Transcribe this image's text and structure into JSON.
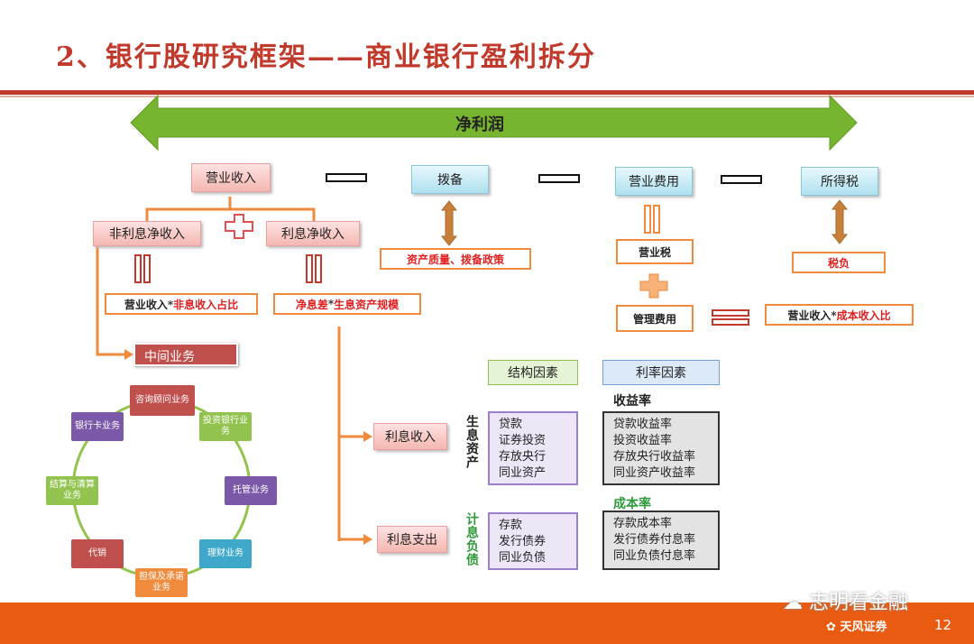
{
  "title": "2、银行股研究框架——商业银行盈利拆分",
  "net_profit": "净利润",
  "top_row": {
    "revenue": "营业收入",
    "provision": "拨备",
    "opex": "营业费用",
    "income_tax": "所得税"
  },
  "revenue_split": {
    "non_interest": "非利息净收入",
    "net_interest": "利息净收入"
  },
  "formulas": {
    "non_interest_prefix": "营业收入*",
    "non_interest_suffix": "非息收入占比",
    "net_interest_a": "净息差",
    "net_interest_star": "*",
    "net_interest_b": "生息资产规模",
    "provision_factor": "资产质量、拨备政策",
    "tax_burden": "税负",
    "cost_prefix": "营业收入*",
    "cost_suffix": "成本收入比"
  },
  "opex_split": {
    "business_tax": "营业税",
    "admin": "管理费用"
  },
  "intermediate": {
    "header": "中间业务",
    "items": [
      "咨询顾问业务",
      "投资银行业务",
      "托管业务",
      "理财业务",
      "担保及承诺业务",
      "代销",
      "结算与清算业务",
      "银行卡业务"
    ]
  },
  "factors": {
    "structure": "结构因素",
    "rate": "利率因素",
    "yield_label": "收益率",
    "cost_label": "成本率",
    "interest_income": "利息收入",
    "interest_expense": "利息支出",
    "earning_assets": "生息资产",
    "interest_liabilities": "计息负债",
    "asset_items": [
      "贷款",
      "证券投资",
      "存放央行",
      "同业资产"
    ],
    "yield_items": [
      "贷款收益率",
      "投资收益率",
      "存放央行收益率",
      "同业资产收益率"
    ],
    "liability_items": [
      "存款",
      "发行债券",
      "同业负债"
    ],
    "cost_items": [
      "存款成本率",
      "发行债券付息率",
      "同业负债付息率"
    ]
  },
  "watermark": "志明看金融",
  "logo_text": "天风证券",
  "page_number": "12",
  "colors": {
    "title_red": "#c0392b",
    "arrow_green": "#77b530",
    "orange": "#f08a3c",
    "purple": "#7b59a8",
    "footer": "#ea5b12"
  }
}
